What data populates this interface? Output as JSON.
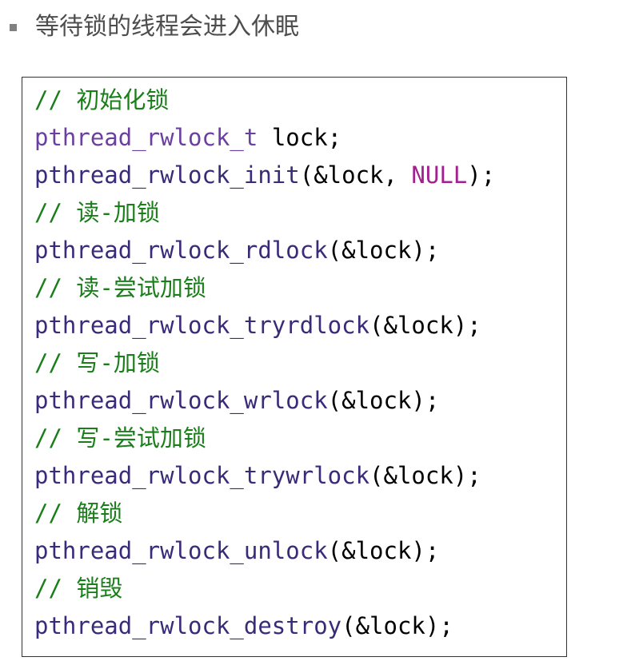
{
  "bullet": {
    "text": "等待锁的线程会进入休眠"
  },
  "code": {
    "lines": [
      [
        {
          "t": "// 初始化锁",
          "c": "comment"
        }
      ],
      [
        {
          "t": "pthread_rwlock_t",
          "c": "type"
        },
        {
          "t": " lock;",
          "c": "plain"
        }
      ],
      [
        {
          "t": "pthread_rwlock_init",
          "c": "func"
        },
        {
          "t": "(&lock, ",
          "c": "plain"
        },
        {
          "t": "NULL",
          "c": "macro"
        },
        {
          "t": ");",
          "c": "plain"
        }
      ],
      [
        {
          "t": "// 读-加锁",
          "c": "comment"
        }
      ],
      [
        {
          "t": "pthread_rwlock_rdlock",
          "c": "func"
        },
        {
          "t": "(&lock);",
          "c": "plain"
        }
      ],
      [
        {
          "t": "// 读-尝试加锁",
          "c": "comment"
        }
      ],
      [
        {
          "t": "pthread_rwlock_tryrdlock",
          "c": "func"
        },
        {
          "t": "(&lock);",
          "c": "plain"
        }
      ],
      [
        {
          "t": "// 写-加锁",
          "c": "comment"
        }
      ],
      [
        {
          "t": "pthread_rwlock_wrlock",
          "c": "func"
        },
        {
          "t": "(&lock);",
          "c": "plain"
        }
      ],
      [
        {
          "t": "// 写-尝试加锁",
          "c": "comment"
        }
      ],
      [
        {
          "t": "pthread_rwlock_trywrlock",
          "c": "func"
        },
        {
          "t": "(&lock);",
          "c": "plain"
        }
      ],
      [
        {
          "t": "// 解锁",
          "c": "comment"
        }
      ],
      [
        {
          "t": "pthread_rwlock_unlock",
          "c": "func"
        },
        {
          "t": "(&lock);",
          "c": "plain"
        }
      ],
      [
        {
          "t": "// 销毁",
          "c": "comment"
        }
      ],
      [
        {
          "t": "pthread_rwlock_destroy",
          "c": "func"
        },
        {
          "t": "(&lock);",
          "c": "plain"
        }
      ]
    ]
  },
  "colors": {
    "comment": "#1a7f1a",
    "type": "#6b3fa0",
    "func": "#3a2a7a",
    "plain": "#000000",
    "macro": "#a3208f",
    "bullet_text": "#4d4d4d"
  }
}
